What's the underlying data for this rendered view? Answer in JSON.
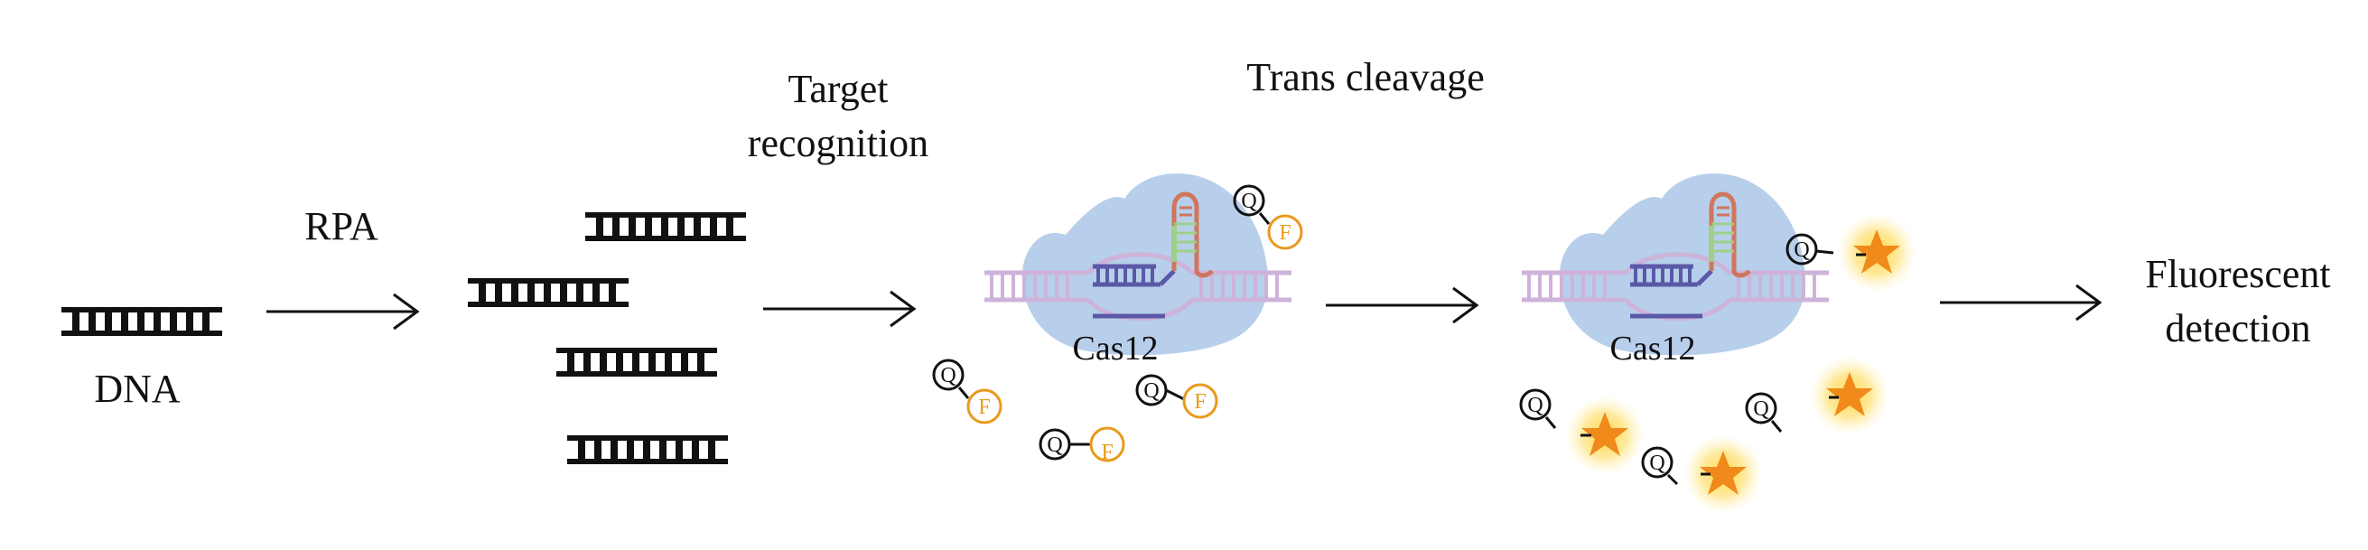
{
  "labels": {
    "dna": "DNA",
    "rpa": "RPA",
    "target_recognition_line1": "Target",
    "target_recognition_line2": "recognition",
    "trans_cleavage": "Trans cleavage",
    "cas12_a": "Cas12",
    "cas12_b": "Cas12",
    "fluorescent_line1": "Fluorescent",
    "fluorescent_line2": "detection"
  },
  "reporter_letters": {
    "quencher": "Q",
    "fluorophore": "F"
  },
  "colors": {
    "dna_black": "#111111",
    "cas_blue": "#b7cfea",
    "dsdna_purple": "#cdb3d9",
    "crrna_green": "#9ed08a",
    "crrna_red": "#d0765c",
    "guide_indigo": "#5b58a8",
    "fluor_orange": "#e89a1c",
    "glow_yellow": "#ffd44a",
    "star_orange": "#f08a1a"
  },
  "icons": [
    "dsdna-ladder-icon",
    "arrow-right-icon",
    "cas12-complex-icon",
    "reporter-intact-icon",
    "reporter-cleaved-icon",
    "fluorescent-star-icon"
  ]
}
